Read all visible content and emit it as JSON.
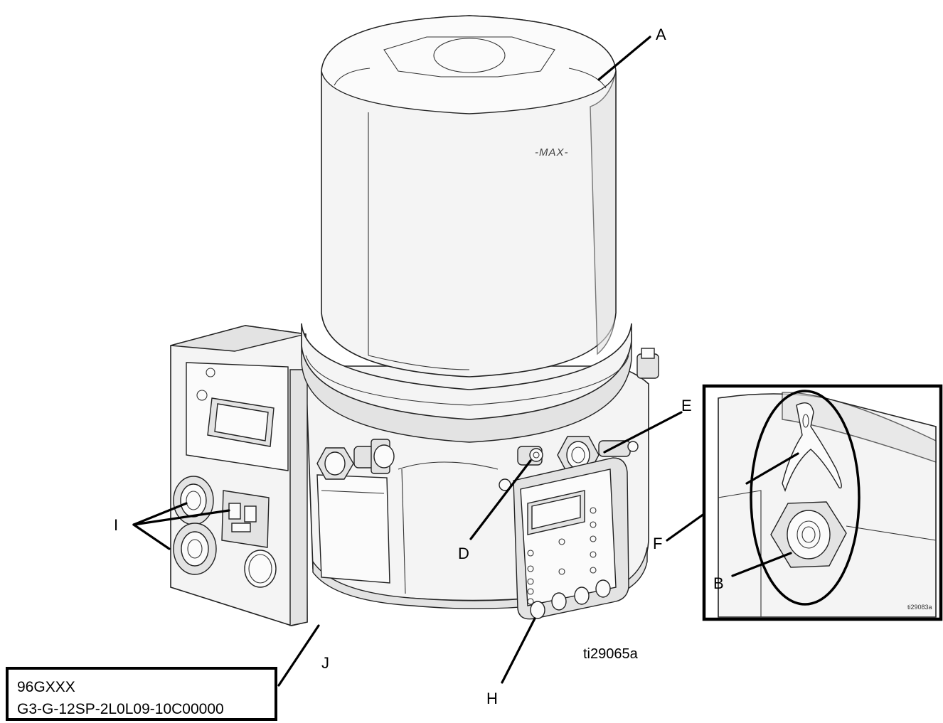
{
  "callouts": {
    "A": "A",
    "B": "B",
    "D": "D",
    "E": "E",
    "F": "F",
    "H": "H",
    "I": "I",
    "J": "J"
  },
  "reservoir_label": "-MAX-",
  "figure_id": "ti29065a",
  "detail_figure_id": "ti29083a",
  "part_info": {
    "line1": "96GXXX",
    "line2": "G3-G-12SP-2L0L09-10C00000"
  }
}
